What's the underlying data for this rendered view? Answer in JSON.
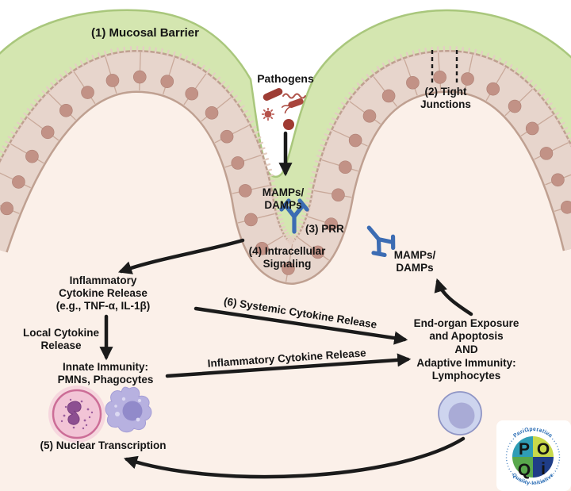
{
  "figure": {
    "title_hint": "Mucosal barrier inflammatory signaling diagram",
    "labels": {
      "mucosal_barrier": "(1) Mucosal Barrier",
      "tight_junctions": [
        "(2) Tight",
        "Junctions"
      ],
      "pathogens": "Pathogens",
      "mamps_center": [
        "MAMPs/",
        "DAMPs"
      ],
      "prr": "(3) PRR",
      "intracellular": [
        "(4) Intracellular",
        "Signaling"
      ],
      "mamps_right": [
        "MAMPs/",
        "DAMPs"
      ],
      "inflammatory_release": [
        "Inflammatory",
        "Cytokine Release",
        "(e.g., TNF-α, IL-1β)"
      ],
      "systemic": "(6) Systemic Cytokine Release",
      "local": [
        "Local Cytokine",
        "Release"
      ],
      "innate": [
        "Innate Immunity:",
        "PMNs, Phagocytes"
      ],
      "inflammatory_arrow": "Inflammatory Cytokine Release",
      "end_organ": [
        "End-organ Exposure",
        "and Apoptosis",
        "AND",
        "Adaptive Immunity:",
        "Lymphocytes"
      ],
      "nuclear": "(5) Nuclear Transcription"
    },
    "logo": {
      "arc_top": "PeriOperative",
      "arc_bottom": "Quality Initiative",
      "letters": [
        "P",
        "O",
        "Q",
        "i"
      ]
    },
    "colors": {
      "mucus_green": "#d4e6b0",
      "mucus_outline": "#a9c77c",
      "epithelium_cell": "#e7d5cc",
      "epithelium_outline": "#bfa091",
      "cell_nucleus": "#c29286",
      "interior_pink": "#fbf0e9",
      "pathogen_red": "#a2423a",
      "antibody_blue": "#3c6cb3",
      "arrow_black": "#1b1b1b",
      "neutrophil_pink": "#f2c4d6",
      "neutrophil_nucleus": "#8d4f91",
      "macrophage_purple": "#b7b1e0",
      "lymphocyte_blue": "#cdd4ee",
      "logo_teal": "#2f9db6",
      "logo_yellow_green": "#c8d84a",
      "logo_green": "#59a84c",
      "logo_navy": "#1f3d87"
    }
  }
}
